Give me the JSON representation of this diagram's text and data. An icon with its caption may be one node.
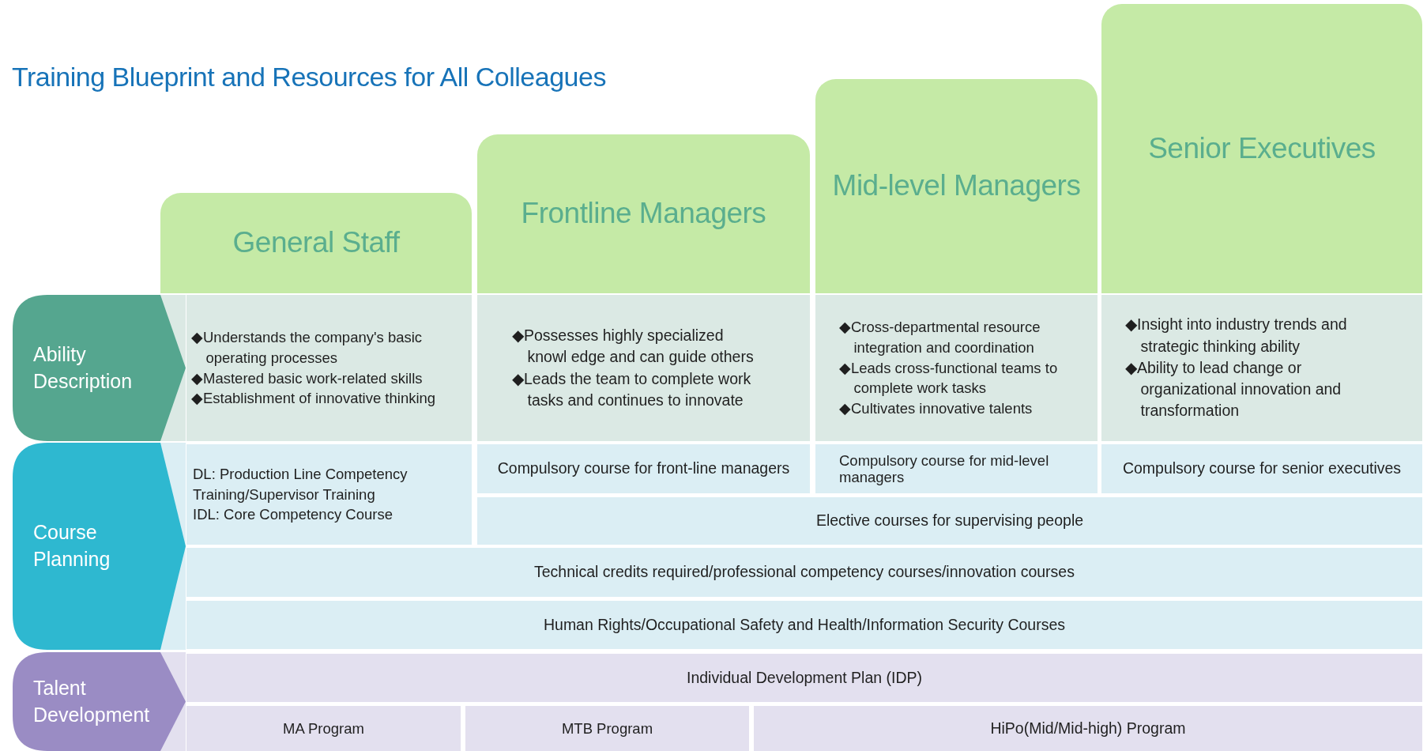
{
  "diagram": {
    "title": "Training Blueprint and Resources for All Colleagues",
    "nodes": [
      {
        "text": [
          "General Staff"
        ]
      },
      {
        "text": [
          "Frontline Managers"
        ]
      },
      {
        "text": [
          "Mid-level Managers"
        ]
      },
      {
        "text": [
          "Senior Executives"
        ]
      },
      {
        "text": [
          "Ability Description"
        ]
      },
      {
        "text": [
          "◆Understands the company's basic operating processes",
          "◆Mastered basic work-related skills",
          "◆Establishment of innovative thinking"
        ]
      },
      {
        "text": [
          "◆Possesses highly specialized knowl edge and can guide others",
          "◆Leads the team to complete work tasks and continues to innovate"
        ]
      },
      {
        "text": [
          "◆Cross-departmental resource integration and coordination",
          "◆Leads cross-functional teams to complete work tasks",
          "◆Cultivates innovative talents"
        ]
      },
      {
        "text": [
          "◆Insight into industry trends and strategic thinking ability",
          "◆Ability to lead change or organizational innovation and transformation"
        ]
      },
      {
        "text": [
          "Course Planning"
        ]
      },
      {
        "text": [
          "DL: Production Line Competency Training/Supervisor Training",
          "IDL: Core Competency Course"
        ]
      },
      {
        "text": [
          "Compulsory course for front-line managers"
        ]
      },
      {
        "text": [
          "Compulsory course for mid-level managers"
        ]
      },
      {
        "text": [
          "Compulsory course for senior executives"
        ]
      },
      {
        "text": [
          "Elective courses for supervising people"
        ]
      },
      {
        "text": [
          "Technical credits required/professional competency courses/innovation courses"
        ]
      },
      {
        "text": [
          "Human Rights/Occupational Safety and Health/Information Security Courses"
        ]
      },
      {
        "text": [
          "Talent Development"
        ]
      },
      {
        "text": [
          "Individual Development Plan (IDP)"
        ]
      },
      {
        "text": [
          "MA Program"
        ]
      },
      {
        "text": [
          "MTB Program"
        ]
      },
      {
        "text": [
          "HiPo(Mid/Mid-high) Program"
        ]
      }
    ]
  }
}
